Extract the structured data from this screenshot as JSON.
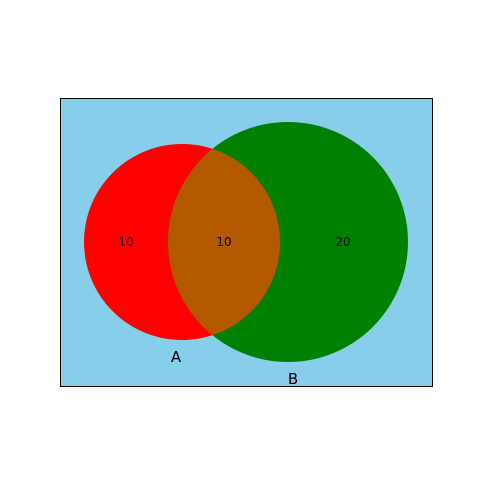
{
  "diagram": {
    "type": "venn2",
    "sets": [
      {
        "name": "A",
        "color": "#ff0000"
      },
      {
        "name": "B",
        "color": "#008000"
      }
    ],
    "regions": {
      "A_only": "10",
      "A_and_B": "10",
      "B_only": "20"
    },
    "colors": {
      "background": "#87ceeb",
      "overlap": "#b35900",
      "border": "#000000"
    }
  }
}
